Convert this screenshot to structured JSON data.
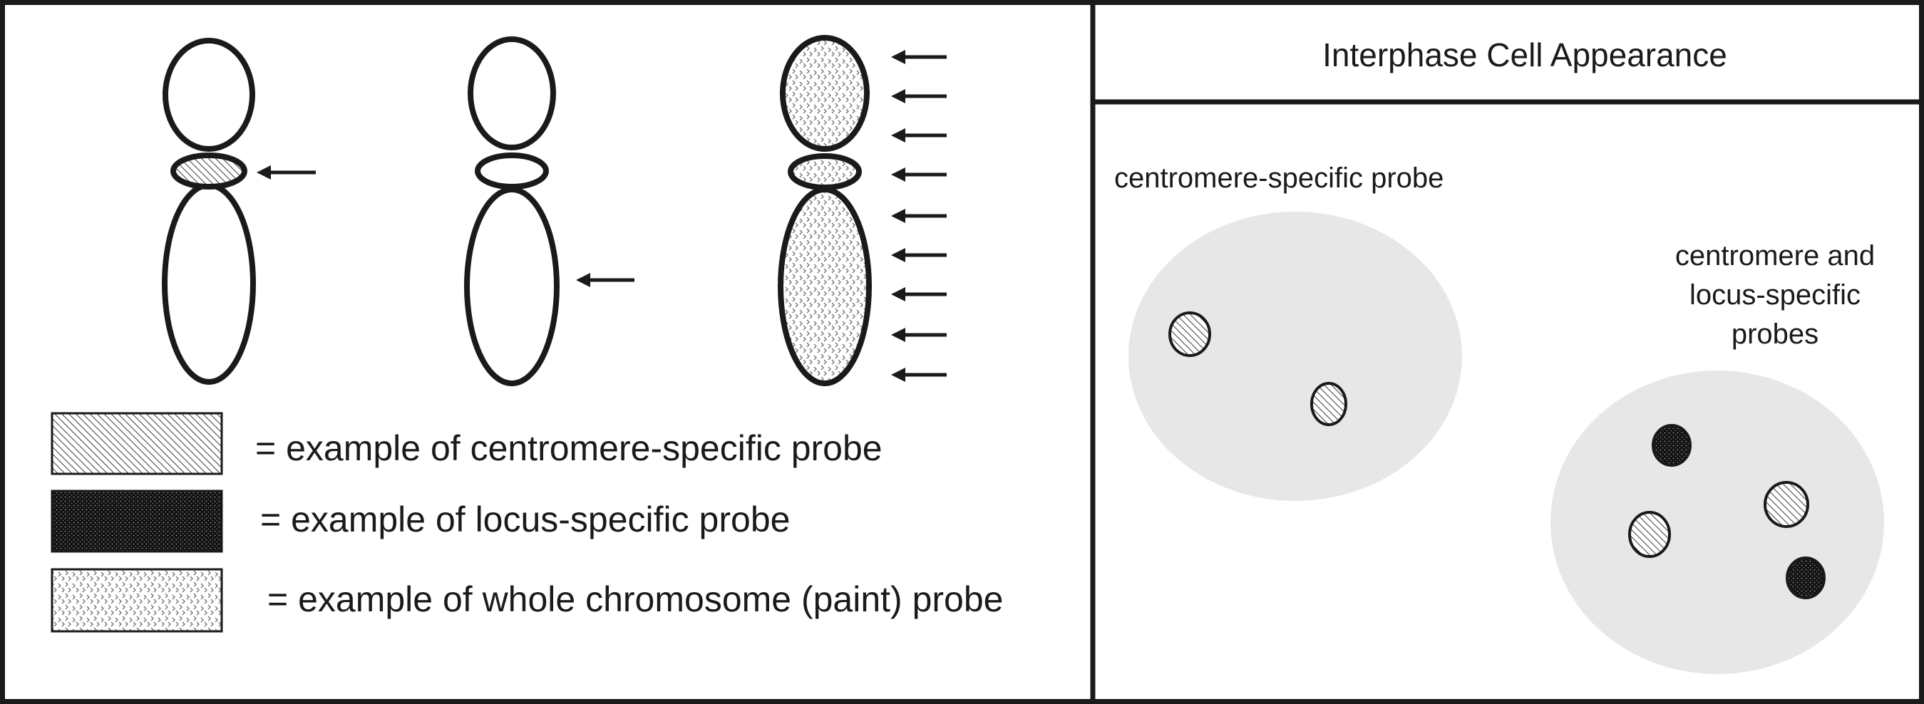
{
  "legend": {
    "centromere_text": "= example of centromere-specific probe",
    "locus_text": "= example of locus-specific probe",
    "paint_text": "= example of whole chromosome (paint) probe"
  },
  "panel": {
    "title": "Interphase Cell Appearance"
  },
  "cells": {
    "centromere_label": "centromere-specific probe",
    "combined_label_lines": [
      "centromere and",
      "locus-specific",
      "probes"
    ]
  },
  "colors": {
    "ink": "#1a1a1a",
    "cell_fill": "#e7e7e7",
    "background": "#ffffff"
  }
}
